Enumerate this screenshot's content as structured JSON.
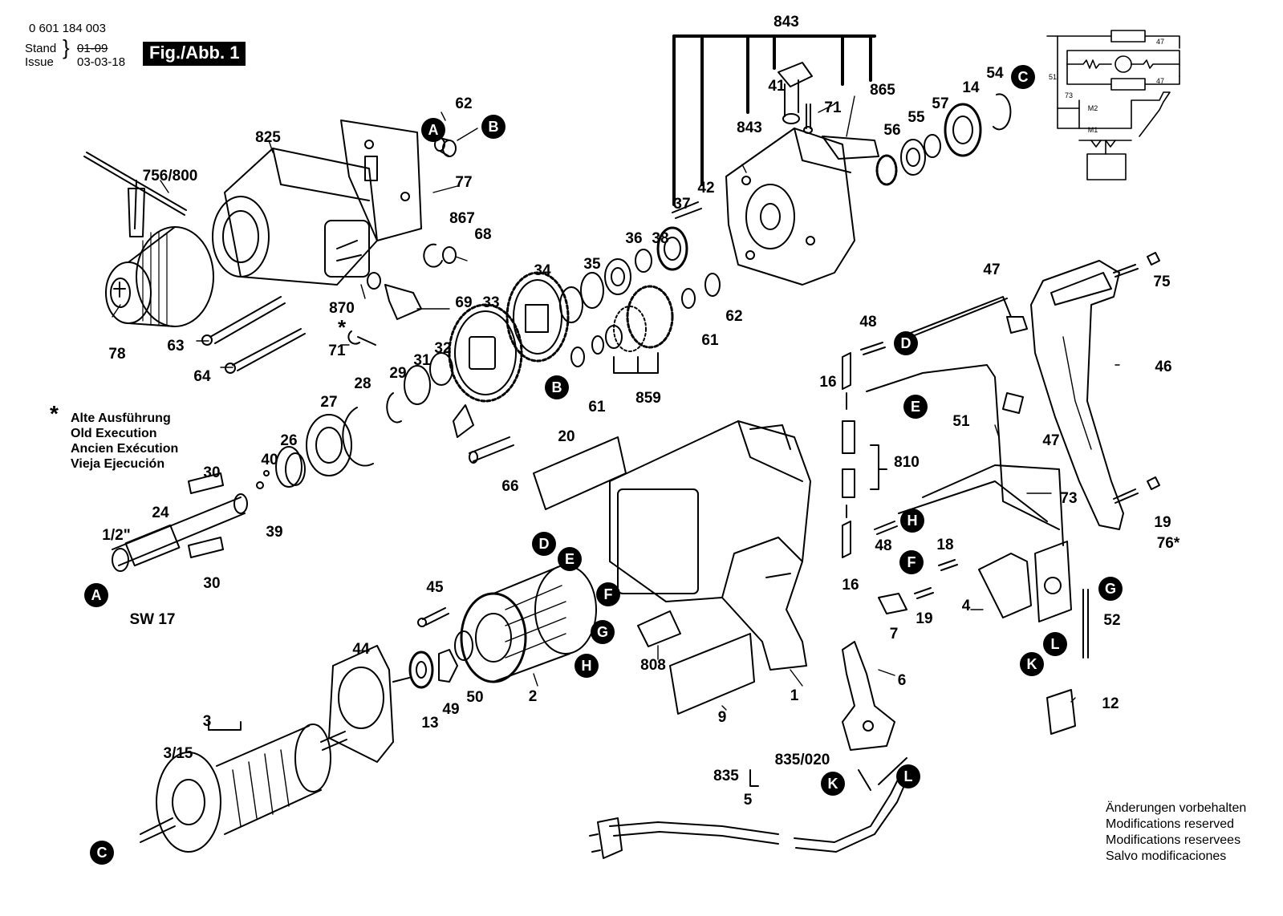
{
  "header": {
    "part_number": "0 601 184 003",
    "stand_label": "Stand",
    "issue_label": "Issue",
    "stand_date": "01-09",
    "issue_date": "03-03-18",
    "figure_label": "Fig./Abb. 1"
  },
  "legend": {
    "symbol": "*",
    "lines": [
      "Alte Ausführung",
      "Old Execution",
      "Ancien Exécution",
      "Vieja Ejecución"
    ]
  },
  "footer": {
    "lines": [
      "Änderungen vorbehalten",
      "Modifications reserved",
      "Modifications reservees",
      "Salvo modificaciones"
    ]
  },
  "callouts": [
    "843",
    "843",
    "41",
    "71",
    "865",
    "825",
    "62",
    "756/800",
    "77",
    "867",
    "68",
    "870",
    "*",
    "69",
    "63",
    "64",
    "78",
    "71",
    "33",
    "34",
    "35",
    "36",
    "38",
    "37",
    "42",
    "56",
    "55",
    "57",
    "14",
    "54",
    "62",
    "61",
    "61",
    "859",
    "32",
    "31",
    "29",
    "28",
    "27",
    "26",
    "40",
    "39",
    "30",
    "24",
    "1/2\"",
    "30",
    "SW 17",
    "66",
    "20",
    "47",
    "75",
    "48",
    "16",
    "46",
    "51",
    "47",
    "810",
    "73",
    "18",
    "48",
    "16",
    "19",
    "76*",
    "19",
    "4",
    "7",
    "52",
    "12",
    "45",
    "3",
    "3/15",
    "44",
    "13",
    "49",
    "50",
    "2",
    "808",
    "9",
    "1",
    "6",
    "835/020",
    "835",
    "5"
  ],
  "connectors": [
    "A",
    "B",
    "A",
    "B",
    "C",
    "C",
    "D",
    "E",
    "F",
    "G",
    "H",
    "D",
    "E",
    "H",
    "F",
    "G",
    "K",
    "L",
    "K",
    "L"
  ],
  "circuit": {
    "labels": [
      "47",
      "47",
      "51",
      "73",
      "M2",
      "M1"
    ]
  }
}
